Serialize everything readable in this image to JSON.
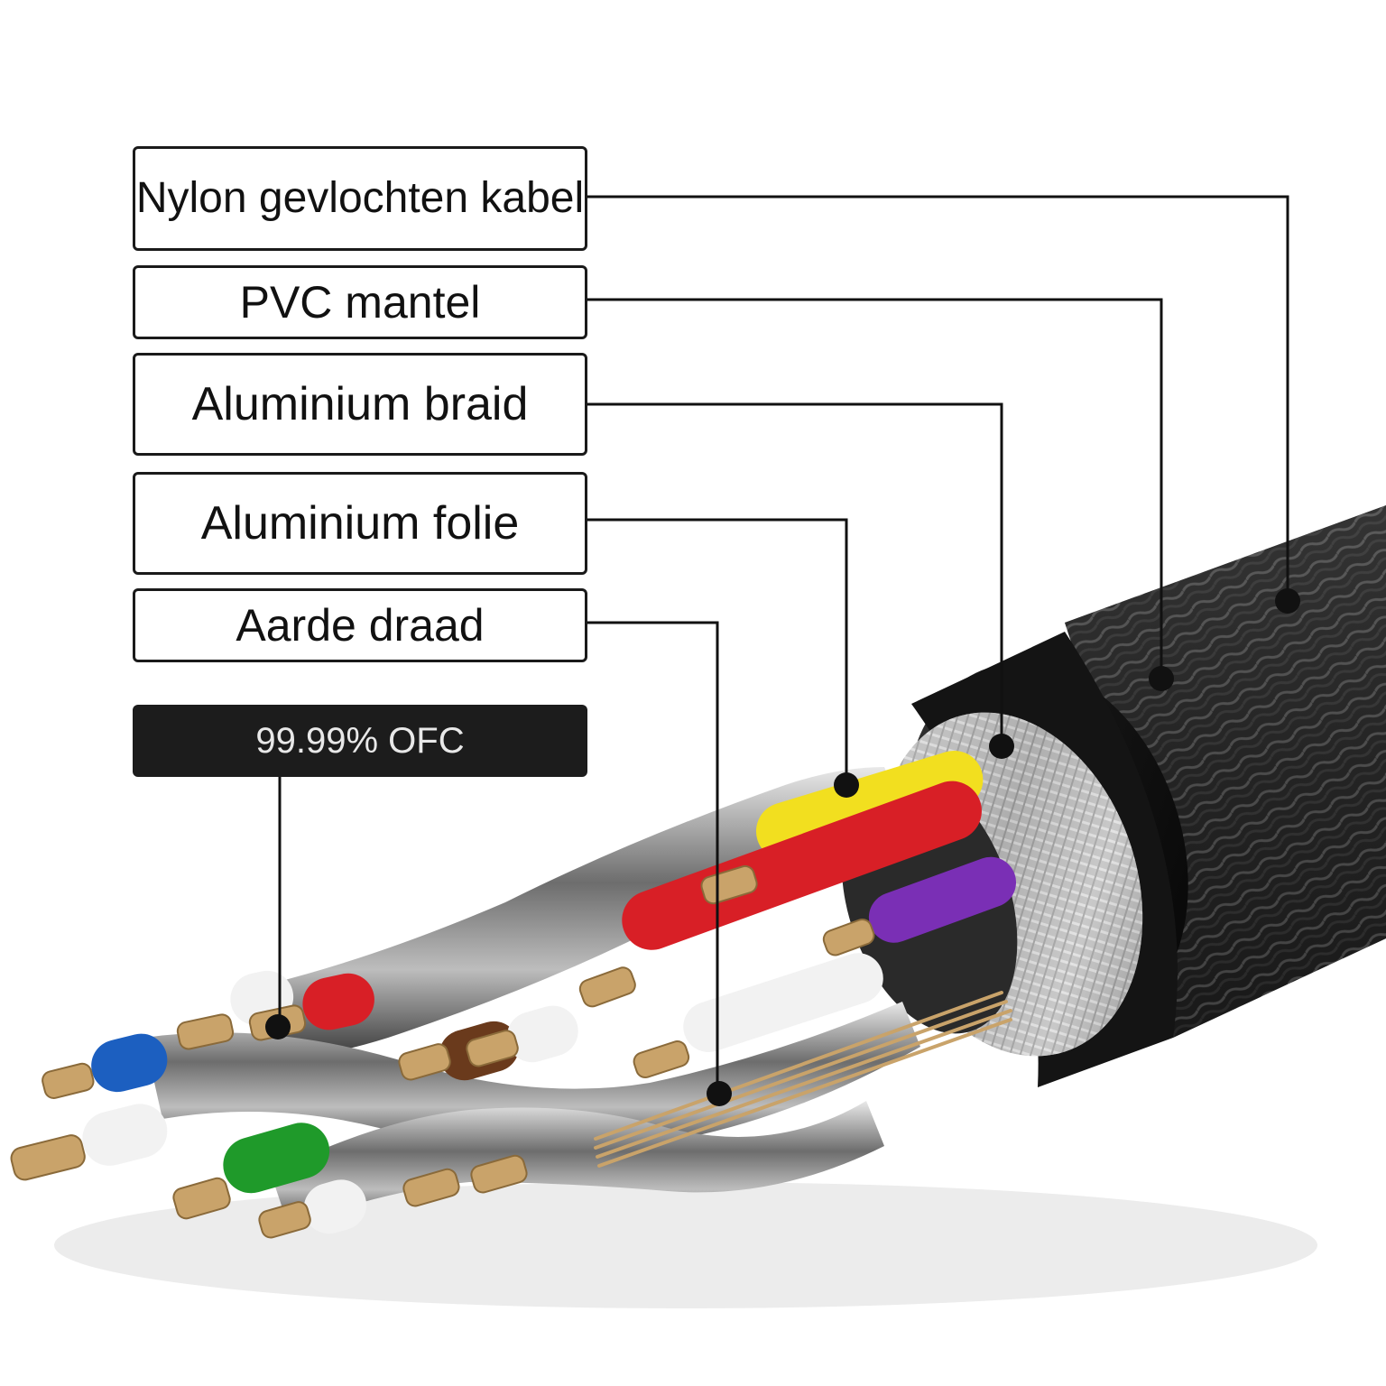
{
  "labels": {
    "nylon": "Nylon gevlochten kabel",
    "pvc": "PVC mantel",
    "braid": "Aluminium braid",
    "folie": "Aluminium folie",
    "aarde": "Aarde draad",
    "ofc": "99.99% OFC"
  },
  "colors": {
    "braid_jacket": "#2a2a2a",
    "pvc_jacket": "#111111",
    "aluminium": "#c8c8c8",
    "copper": "#c9a36a",
    "wire_yellow": "#f2df1f",
    "wire_red": "#d81f26",
    "wire_purple": "#7a2fb5",
    "wire_blue": "#1c5fc0",
    "wire_green": "#1f9a2a",
    "wire_brown": "#6a3a1c",
    "wire_white": "#f2f2f2",
    "leader_line": "#111111"
  }
}
